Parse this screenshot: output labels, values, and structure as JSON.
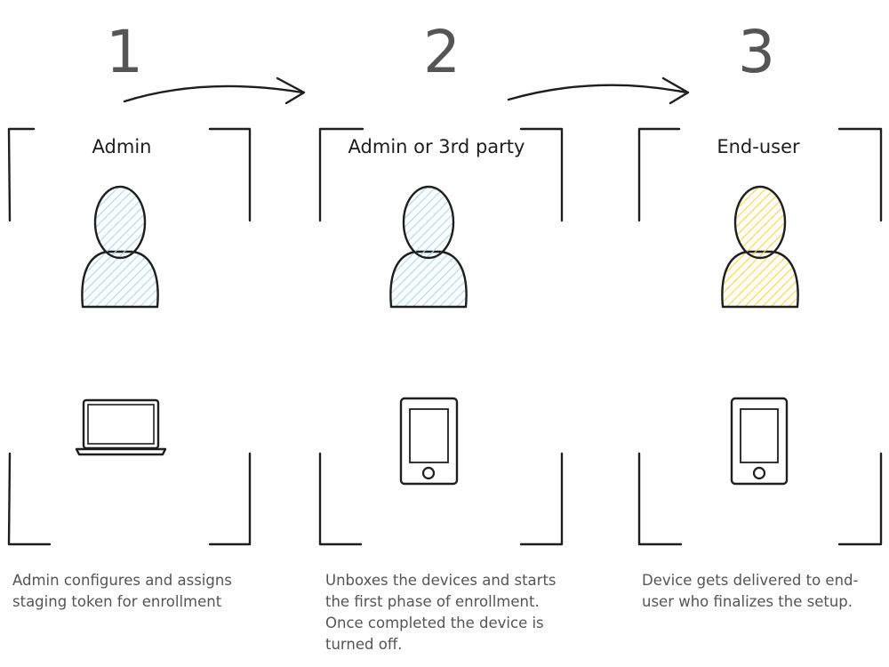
{
  "steps": [
    {
      "number": "1",
      "role": "Admin",
      "person_color": "#a5d8ff",
      "device_icon": "laptop-icon",
      "description": "Admin configures and assigns staging token for enrollment"
    },
    {
      "number": "2",
      "role": "Admin or 3rd party",
      "person_color": "#a5d8ff",
      "device_icon": "phone-icon",
      "description": "Unboxes the devices and starts the first phase of enrollment. Once completed the device is turned off."
    },
    {
      "number": "3",
      "role": "End-user",
      "person_color": "#ffd43b",
      "device_icon": "phone-icon",
      "description": "Device gets delivered to end-user who finalizes the setup."
    }
  ],
  "colors": {
    "stroke": "#1e1e1e",
    "number_text": "#555555",
    "caption_text": "#555555"
  }
}
